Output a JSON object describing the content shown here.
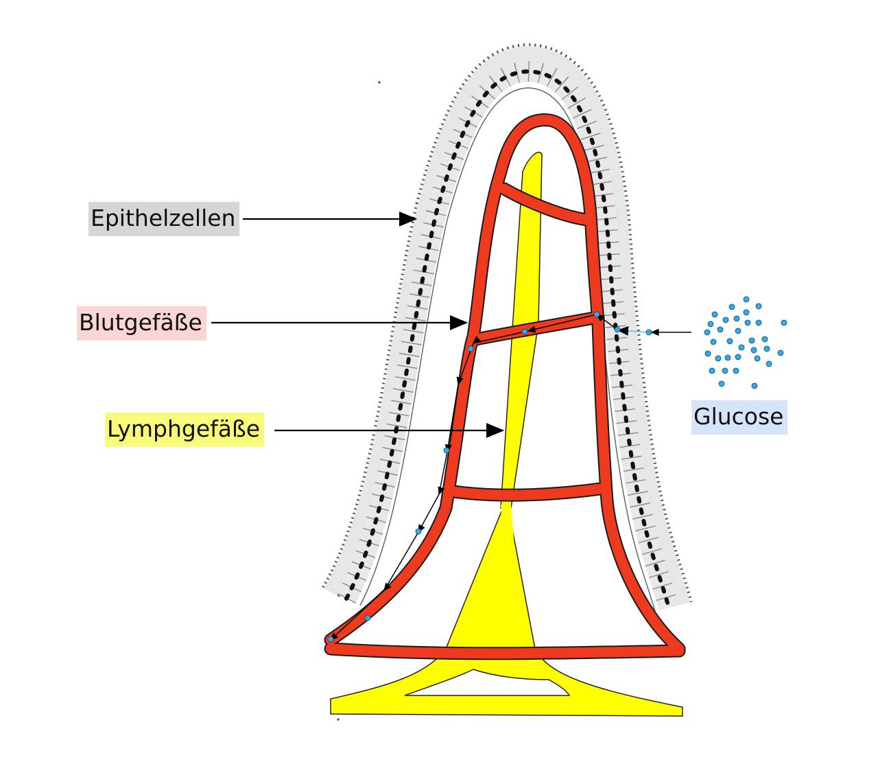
{
  "labels": {
    "epithel": "Epithelzellen",
    "blut": "Blutgefäße",
    "lymph": "Lymphgefäße",
    "glucose": "Glucose"
  },
  "colors": {
    "epithel_bg": "#d6d6d6",
    "blut_bg": "#f9d6d4",
    "lymph_bg": "#fafa7a",
    "glucose_bg": "#d6e4fa",
    "blood_vessel": "#ee3a1e",
    "lymph_vessel": "#ffff00",
    "epithel_cell": "#e8e8e8",
    "glucose_dot": "#33aaee",
    "arrow": "#000000"
  }
}
